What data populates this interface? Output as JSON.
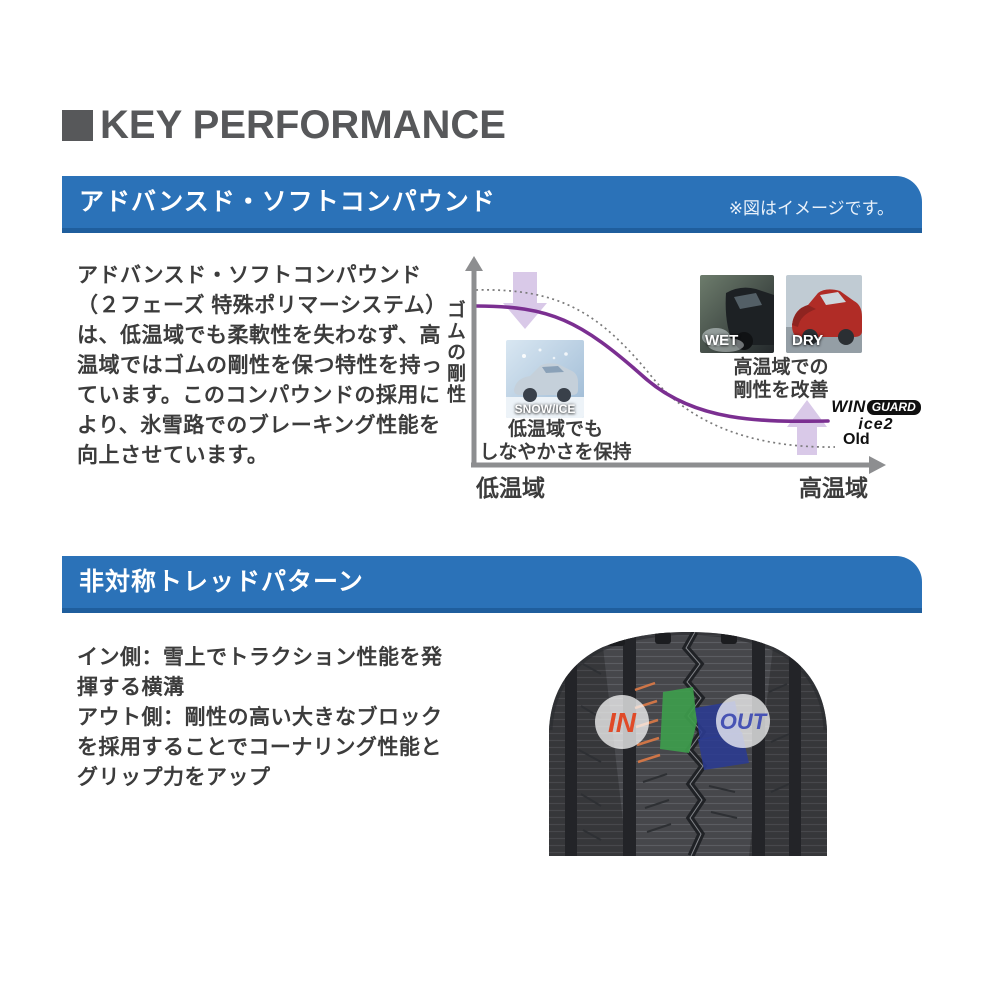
{
  "title": {
    "text": "KEY PERFORMANCE"
  },
  "colors": {
    "banner_blue": "#2b72b8",
    "banner_blue_dark": "#1f5e9d",
    "title_gray": "#57585a",
    "body_text": "#3c3c3c",
    "curve_new_purple": "#7b2f91",
    "curve_old_gray": "#7a7a7a",
    "arrow_lavender": "#d5c3e6",
    "in_label_red": "#e04a28",
    "out_label_blue": "#4753b4",
    "tread_green": "#3e9d4c",
    "tread_block_blue": "#2b3b92"
  },
  "compound": {
    "banner_title": "アドバンスド・ソフトコンパウンド",
    "banner_note": "※図はイメージです。",
    "paragraph": "アドバンスド・ソフトコンパウンド（２フェーズ 特殊ポリマーシステム）は、低温域でも柔軟性を失わなず、高温域ではゴムの剛性を保つ特性を持っています。このコンパウンドの採用により、氷雪路でのブレーキング性能を向上させています。",
    "chart": {
      "type": "line",
      "y_axis_label": "ゴムの剛性",
      "x_left_label": "低温域",
      "x_right_label": "高温域",
      "series": [
        {
          "name": "WINGUARD ice2",
          "style": "solid purple",
          "shape": "high and flat at low temp, S-curve down, ends above Old at high temp"
        },
        {
          "name": "Old",
          "style": "dotted gray",
          "shape": "starts above new curve at low temp, ends below it at high temp"
        }
      ],
      "snow_label": "SNOW/ICE",
      "snow_caption": [
        "低温域でも",
        "しなやかさを保持"
      ],
      "wet_label": "WET",
      "dry_label": "DRY",
      "heat_caption": [
        "高温域での",
        "剛性を改善"
      ],
      "logo_win": "WIN",
      "logo_guard": "GUARD",
      "logo_sub": "ice2",
      "old_label": "Old"
    }
  },
  "tread": {
    "banner_title": "非対称トレッドパターン",
    "lines": [
      "イン側：雪上でトラクション性能を発揮する横溝",
      "アウト側：剛性の高い大きなブロックを採用することでコーナリング性能とグリップ力をアップ"
    ],
    "in_label": "IN",
    "out_label": "OUT"
  }
}
